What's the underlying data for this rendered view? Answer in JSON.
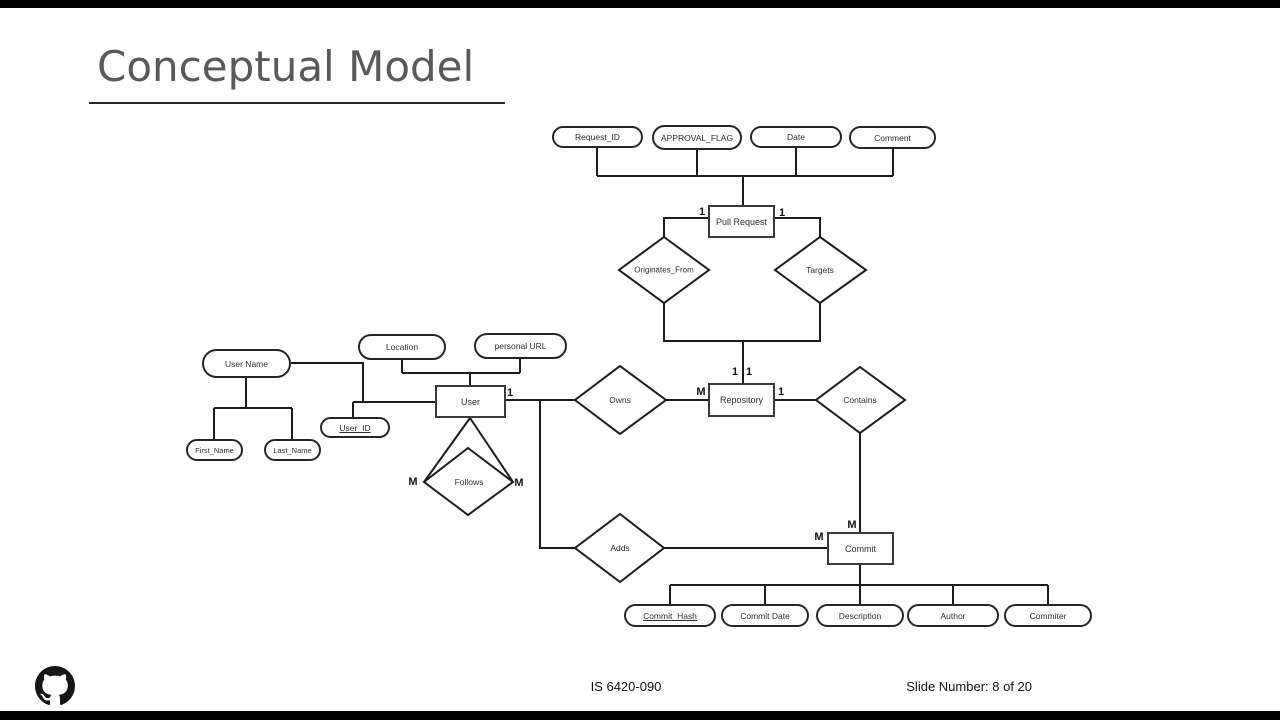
{
  "slide": {
    "title": "Conceptual Model",
    "footer": {
      "course_code": "IS 6420-090",
      "slide_number": "Slide Number: 8 of 20"
    }
  },
  "branding": {
    "logo_icon": "github-octocat-icon",
    "logo_color": "#171515"
  },
  "diagram": {
    "colors": {
      "line": "#1c1c1c",
      "title_text": "#595959",
      "shape_fill": "#ffffff"
    },
    "entities": {
      "pull_request": {
        "label": "Pull Request"
      },
      "repository": {
        "label": "Repository"
      },
      "user": {
        "label": "User"
      },
      "commit": {
        "label": "Commit"
      }
    },
    "relationships": {
      "originates_from": {
        "label": "Originates_From"
      },
      "targets": {
        "label": "Targets"
      },
      "owns": {
        "label": "Owns"
      },
      "contains": {
        "label": "Contains"
      },
      "follows": {
        "label": "Follows"
      },
      "adds": {
        "label": "Adds"
      }
    },
    "attributes": {
      "request_id": {
        "label": "Request_ID",
        "key": false
      },
      "approval_flag": {
        "label": "APPROVAL_FLAG",
        "key": false
      },
      "date": {
        "label": "Date",
        "key": false
      },
      "comment": {
        "label": "Comment",
        "key": false
      },
      "user_name": {
        "label": "User Name",
        "key": false
      },
      "location": {
        "label": "Location",
        "key": false
      },
      "personal_url": {
        "label": "personal URL",
        "key": false
      },
      "user_id": {
        "label": "User_ID",
        "key": true
      },
      "first_name": {
        "label": "First_Name",
        "key": false
      },
      "last_name": {
        "label": "Last_Name",
        "key": false
      },
      "commit_hash": {
        "label": "Commit_Hash",
        "key": true
      },
      "commit_date": {
        "label": "Commit Date",
        "key": false
      },
      "description": {
        "label": "Description",
        "key": false
      },
      "author": {
        "label": "Author",
        "key": false
      },
      "commiter": {
        "label": "Commiter",
        "key": false
      }
    },
    "cardinalities": {
      "pull_request_originates": "1",
      "pull_request_targets": "1",
      "repository_originates": "1",
      "repository_targets": "1",
      "repository_owns": "M",
      "repository_contains": "1",
      "user_owns": "1",
      "follows_left": "M",
      "follows_right": "M",
      "commit_contains": "M",
      "commit_adds": "M"
    }
  }
}
